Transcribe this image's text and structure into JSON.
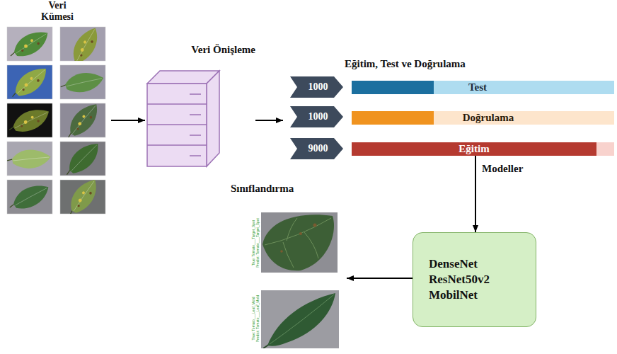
{
  "diagram": {
    "nodes": [
      {
        "text": [
          "Veri Kümesi"
        ]
      },
      {
        "text": [
          "Veri Önişleme"
        ]
      },
      {
        "text": [
          "Eğitim, Test ve Doğrulama"
        ]
      },
      {
        "text": [
          "1000"
        ],
        "in": 2
      },
      {
        "text": [
          "Test"
        ],
        "in": 2
      },
      {
        "text": [
          "1000"
        ],
        "in": 2
      },
      {
        "text": [
          "Doğrulama"
        ],
        "in": 2
      },
      {
        "text": [
          "9000"
        ],
        "in": 2
      },
      {
        "text": [
          "Eğitim"
        ],
        "in": 2
      },
      {
        "text": [
          "DenseNet ResNet50v2 MobilNet"
        ]
      },
      {
        "text": [
          "Sınıflandırma"
        ]
      },
      {
        "text": [
          "True: Tomato___Target_Spot",
          "Predict: Tomato___Target_Spot"
        ],
        "in": 10
      },
      {
        "text": [
          "True: Tomato___Leaf_Mold",
          "Predict: Tomato___Leaf_Mold"
        ],
        "in": 10
      }
    ],
    "edges": [
      {
        "from": 0,
        "to": 1,
        "arrow": "to"
      },
      {
        "from": 1,
        "to": 2,
        "arrow": "to"
      },
      {
        "from": 8,
        "to": 9,
        "label": "Modeller",
        "arrow": "to"
      },
      {
        "from": 9,
        "to": 10,
        "arrow": "to"
      }
    ]
  }
}
